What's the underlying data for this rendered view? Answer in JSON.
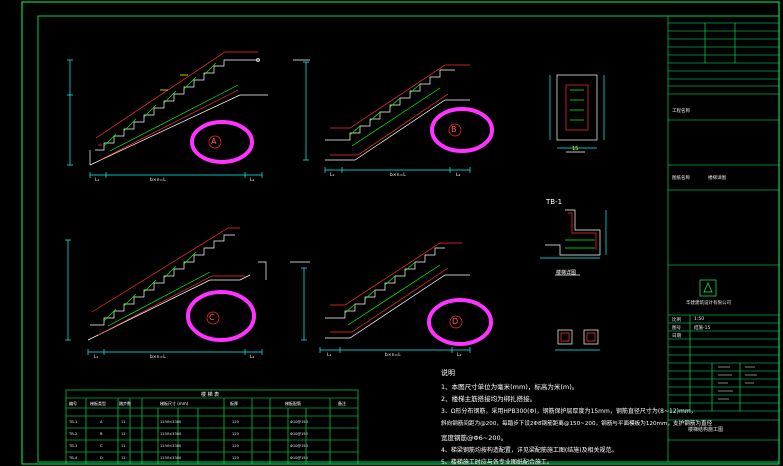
{
  "drawing": {
    "stair_marks": [
      "A",
      "B",
      "C",
      "D"
    ],
    "detail_labels": {
      "tb1": "TB-1",
      "section_15": "15",
      "section_caption": "楼梯详图"
    },
    "bottom_dims": {
      "a": [
        "L₁",
        "b×n=L",
        "L₂"
      ],
      "b": [
        "L₁",
        "b×n=L",
        "L₂"
      ],
      "c": [
        "L₁",
        "b×n=L",
        "L₂"
      ],
      "d": [
        "L₁",
        "b×n=L",
        "L₂"
      ]
    }
  },
  "notes": {
    "title": "说明",
    "items": [
      "1、本图尺寸单位为毫米(mm)，标高为米(m)。",
      "2、楼梯主筋搭接均为绑扎搭接。",
      "3、Ω形分布钢筋，采用HPB300(Φ)，钢筋保护层厚度为15mm，钢筋直径尺寸为(8~12)mm，",
      "斜向钢筋间距为@200，每踏步下设2Φ8钢筋距离@150~200，钢筋与平面模板为120mm，支护钢筋为直径",
      "宽度钢筋@Φ6~200。",
      "4、梯梁钢筋均按构造配置，详见梁配筋施工图(结施)及相关规范。",
      "5、楼梯施工时应与各专业图纸配合施工。"
    ]
  },
  "schedule": {
    "title": "楼 梯 表",
    "headers": [
      "编号",
      "梯板类型",
      "踏步数",
      "梯板尺寸 (mm)",
      "板厚",
      "梯板配筋",
      "备注"
    ],
    "rows": [
      [
        "TB-1",
        "A",
        "11",
        "1250×3300",
        "120",
        "Φ10@150",
        ""
      ],
      [
        "TB-2",
        "B",
        "11",
        "1250×3300",
        "120",
        "Φ10@150",
        ""
      ],
      [
        "TB-3",
        "C",
        "11",
        "1250×3300",
        "120",
        "Φ10@150",
        ""
      ],
      [
        "TB-4",
        "D",
        "11",
        "1250×3300",
        "120",
        "Φ10@150",
        ""
      ]
    ]
  },
  "title_block": {
    "project_label": "工程名称",
    "drawing_label": "图纸名称",
    "drawing_name": "楼梯详图",
    "company_name": "华建建筑设计有限公司",
    "scale_label": "比例",
    "scale_value": "1:50",
    "sheet_label": "图号",
    "sheet_value": "结施-15",
    "date_label": "日期",
    "footer_title": "楼梯结构施工图"
  },
  "colors": {
    "background": "#000000",
    "frame": "#00ff66",
    "stair_outline": "#ffffff",
    "rebar_red": "#ff3030",
    "rebar_green": "#00ff00",
    "dimension": "#00ffff",
    "highlight": "#ff33ff",
    "annotation_yellow": "#ffff00"
  }
}
